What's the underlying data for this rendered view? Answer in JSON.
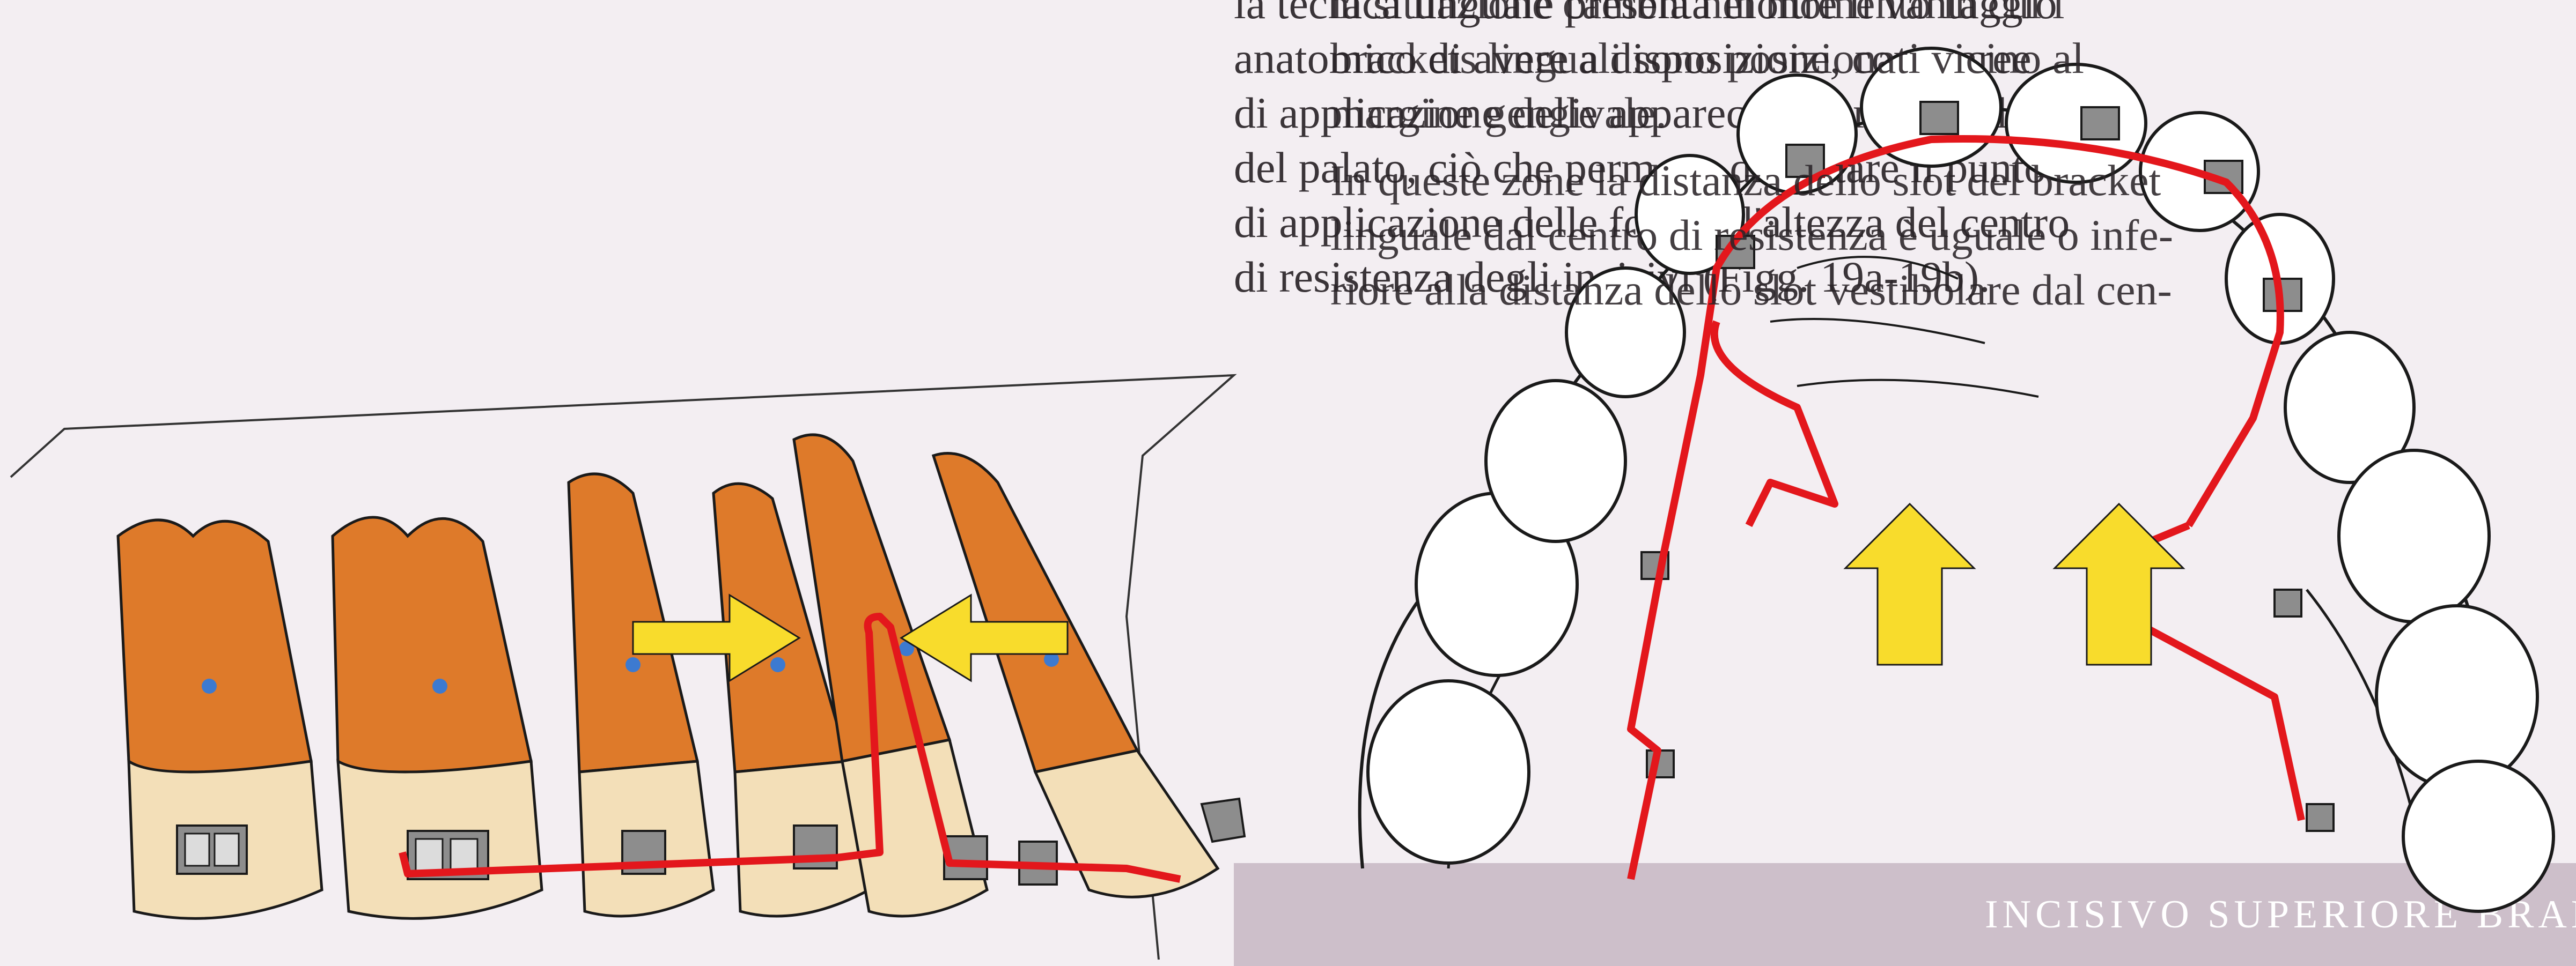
{
  "text": {
    "left_column": [
      "la tecnica linguale presenta inoltre il vantaggio",
      "anatomico di avere a disposizione, come aree",
      "di applicazione delle apparecchiature, la volta",
      "del palato, ciò che permette di portare il punto",
      "di applicazione delle forze all'altezza del centro",
      "di resistenza degli incisivi (Figg. 19a-19b)."
    ],
    "right_column_para1": [
      "la situazione cambia nel momento in cui i",
      "brackets linguali sono posizionati vicino al",
      "margine gengivale."
    ],
    "right_column_para2": [
      "In queste zone la distanza dello slot del bracket",
      "linguale dal centro di resistenza è uguale o infe-",
      "riore alla distanza dello slot vestibolare dal cen-"
    ]
  },
  "banner": {
    "label": "INCISIVO SUPERIORE BRAND - METODO ORTODONTICO"
  },
  "colors": {
    "wire": "#e3171c",
    "tooth_orange": "#de7a2a",
    "tooth_cream": "#f3dfb8",
    "arrow_yellow": "#f8dc2c",
    "bracket_gray": "#8d8d8d",
    "center_dot": "#3d7ad0",
    "outline": "#1a1a1a"
  },
  "icons": [
    "yellow-arrow-right",
    "yellow-arrow-left",
    "yellow-arrow-up"
  ]
}
